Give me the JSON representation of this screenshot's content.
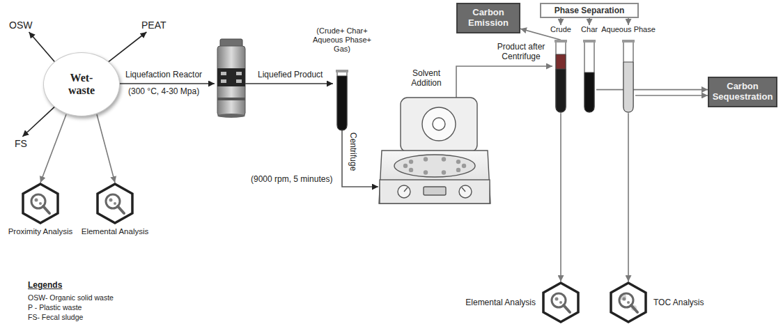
{
  "diagram": {
    "nodes": [
      {
        "text": [
          "OSW"
        ]
      },
      {
        "text": [
          "PEAT"
        ]
      },
      {
        "text": [
          "Wet-waste"
        ]
      },
      {
        "text": [
          "FS"
        ]
      },
      {
        "text": [
          "Proximity Analysis"
        ]
      },
      {
        "text": [
          "Elemental Analysis"
        ]
      },
      {
        "text": [
          "(Crude+ Char+ Aqueous Phase+ Gas)"
        ]
      },
      {
        "text": [
          "Carbon Emission"
        ]
      },
      {
        "text": [
          "Phase Separation"
        ]
      },
      {
        "text": [
          "Crude"
        ]
      },
      {
        "text": [
          "Char"
        ]
      },
      {
        "text": [
          "Aqueous Phase"
        ]
      },
      {
        "text": [
          "Carbon Sequestration"
        ]
      },
      {
        "text": [
          "Elemental Analysis"
        ]
      },
      {
        "text": [
          "TOC Analysis"
        ]
      }
    ],
    "edges": [
      {
        "from": 2,
        "to": 0,
        "arrow": "to"
      },
      {
        "from": 2,
        "to": 1,
        "arrow": "to"
      },
      {
        "from": 2,
        "to": 3,
        "arrow": "to"
      },
      {
        "from": 2,
        "to": 4,
        "arrow": "to"
      },
      {
        "from": 2,
        "to": 5,
        "arrow": "to"
      },
      {
        "from": 8,
        "to": 9,
        "arrow": "to"
      },
      {
        "from": 8,
        "to": 10,
        "arrow": "to"
      },
      {
        "from": 8,
        "to": 11,
        "arrow": "to"
      },
      {
        "from": 9,
        "to": 7,
        "arrow": "to"
      },
      {
        "from": 10,
        "to": 12,
        "arrow": "to"
      },
      {
        "from": 11,
        "to": 12,
        "arrow": "to"
      },
      {
        "from": 9,
        "to": 13,
        "arrow": "to"
      },
      {
        "from": 11,
        "to": 14,
        "arrow": "to"
      }
    ],
    "labels": [
      "Liquefaction Reactor",
      "(300 °C, 4-30 Mpa)",
      "Liquefied Product",
      "Centrifuge",
      "(9000 rpm, 5 minutes)",
      "Solvent Addition",
      "Product after Centrifuge",
      "Legends"
    ],
    "legend": [
      {
        "text": "OSW- Organic solid waste"
      },
      {
        "text": "P - Plastic waste"
      },
      {
        "text": "FS- Fecal sludge"
      }
    ]
  }
}
